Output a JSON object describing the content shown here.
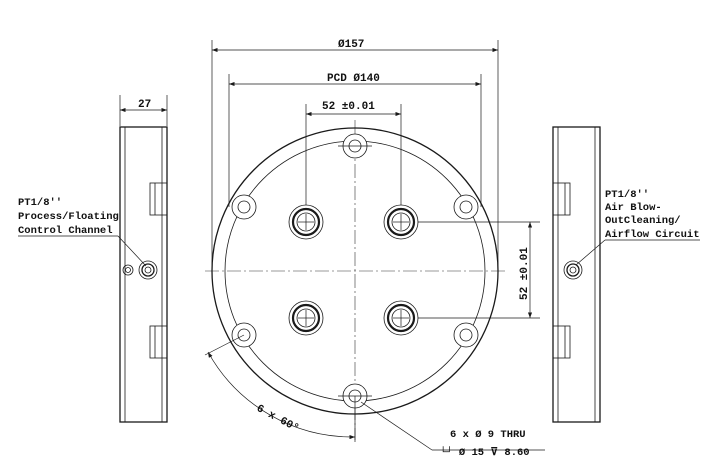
{
  "dimensions": {
    "outer_diameter": "Ø157",
    "pcd": "PCD Ø140",
    "hole_spacing_h": "52 ±0.01",
    "hole_spacing_v": "52 ±0.01",
    "thickness": "27",
    "angle": "6 x 60°"
  },
  "hole_callout": {
    "line1": "6 x Ø 9 THRU",
    "line2": "└┘ Ø 15 ⊽ 8.60"
  },
  "left_port": {
    "line1": "PT1/8''",
    "line2": "Process/Floating",
    "line3": "Control Channel"
  },
  "right_port": {
    "line1": "PT1/8''",
    "line2": "Air Blow-",
    "line3": "OutCleaning/",
    "line4": "Airflow Circuit"
  }
}
